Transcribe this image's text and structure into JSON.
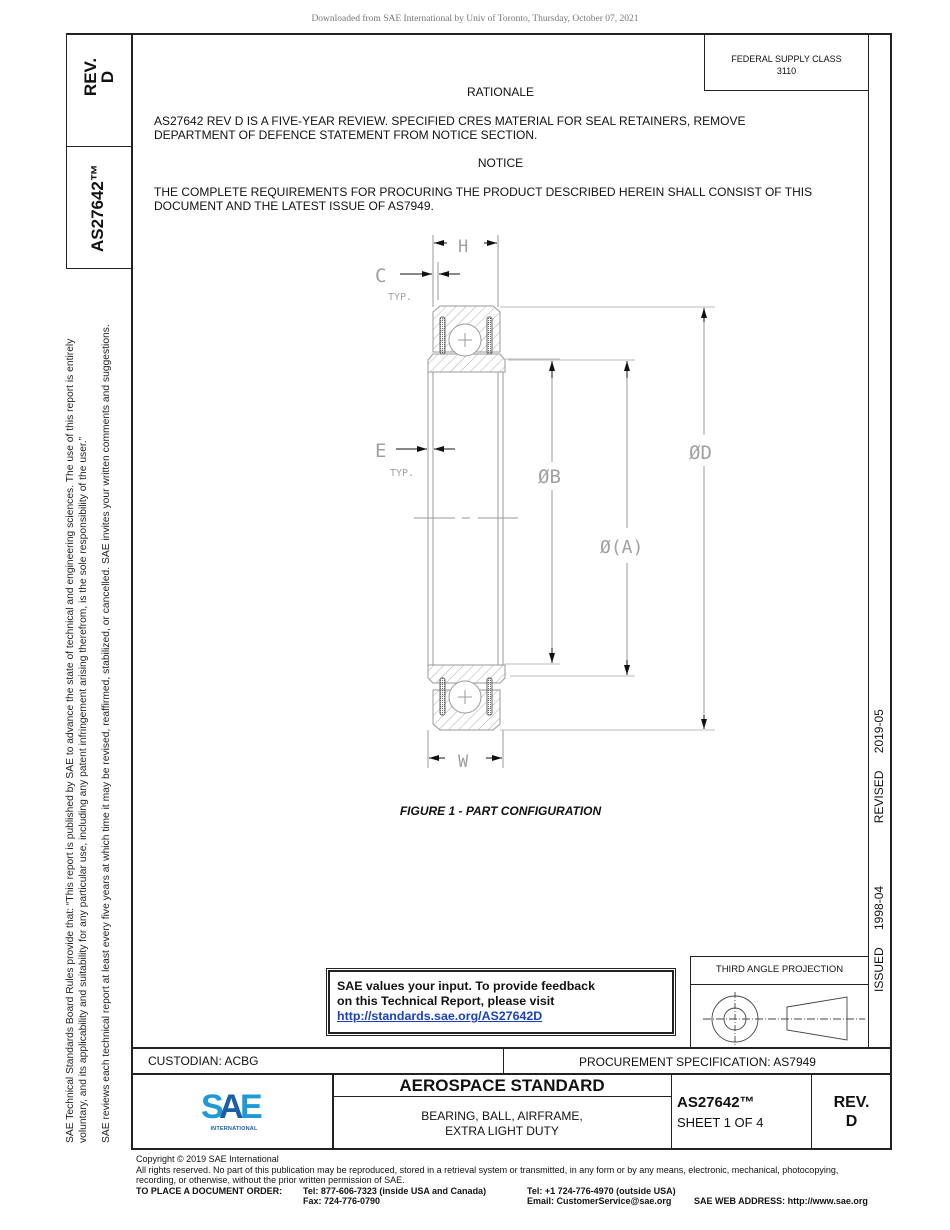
{
  "download_note": "Downloaded from SAE International by Univ of Toronto, Thursday, October 07, 2021",
  "left_column": {
    "rev_label": "REV.",
    "rev_value": "D",
    "doc_number": "AS27642™",
    "disclaimer_line1": "SAE Technical Standards Board Rules provide that: “This report is published by SAE to advance the state of technical and engineering sciences. The use of this report is entirely",
    "disclaimer_line2": "voluntary, and its applicability and suitability for any particular use, including any patent infringement arising therefrom, is the sole responsibility of the user.”",
    "disclaimer_line3": "SAE reviews each technical report at least every five years at which time it may be revised, reaffirmed, stabilized, or cancelled. SAE invites your written comments and suggestions."
  },
  "header": {
    "federal_supply_class_label": "FEDERAL SUPPLY CLASS",
    "federal_supply_class_value": "3110"
  },
  "body": {
    "rationale_heading": "RATIONALE",
    "rationale_line1": "AS27642 REV D IS A FIVE-YEAR REVIEW. SPECIFIED CRES MATERIAL FOR SEAL RETAINERS, REMOVE",
    "rationale_line2": "DEPARTMENT OF DEFENCE STATEMENT FROM NOTICE SECTION.",
    "notice_heading": "NOTICE",
    "notice_line1": "THE COMPLETE REQUIREMENTS FOR PROCURING THE PRODUCT DESCRIBED HEREIN SHALL CONSIST OF THIS",
    "notice_line2": "DOCUMENT AND THE LATEST ISSUE OF AS7949."
  },
  "figure": {
    "caption": "FIGURE 1 - PART CONFIGURATION",
    "labels": {
      "h": "H",
      "c": "C",
      "c_typ": "TYP.",
      "e": "E",
      "e_typ": "TYP.",
      "b": "ØB",
      "a": "Ø(A)",
      "d": "ØD",
      "w": "W"
    }
  },
  "right_strip": {
    "issued": "ISSUED 1998-04",
    "revised": "REVISED 2019-05"
  },
  "feedback": {
    "line1": "SAE values your input. To provide feedback",
    "line2": "on this Technical Report, please visit",
    "link": "http://standards.sae.org/AS27642D"
  },
  "projection": {
    "label": "THIRD ANGLE PROJECTION"
  },
  "title_block": {
    "custodian": "CUSTODIAN: ACBG",
    "procurement": "PROCUREMENT SPECIFICATION: AS7949",
    "logo_text": "SAE",
    "logo_subtext": "INTERNATIONAL",
    "standard_type": "AEROSPACE STANDARD",
    "title_line1": "BEARING, BALL, AIRFRAME,",
    "title_line2": "EXTRA LIGHT DUTY",
    "doc_number": "AS27642™",
    "sheet": "SHEET 1 OF 4",
    "rev_label": "REV.",
    "rev_value": "D"
  },
  "footer": {
    "copyright": "Copyright © 2019 SAE International",
    "rights_line1": "All rights reserved. No part of this publication may be reproduced, stored in a retrieval system or transmitted, in any form or by any means, electronic, mechanical, photocopying,",
    "rights_line2": "recording, or otherwise, without the prior written permission of SAE.",
    "order_label": "TO PLACE A DOCUMENT ORDER:",
    "tel_inside": "Tel: 877-606-7323 (inside USA and Canada)",
    "fax": "Fax: 724-776-0790",
    "tel_outside": "Tel: +1 724-776-4970 (outside USA)",
    "email": "Email: CustomerService@sae.org",
    "web": "SAE WEB ADDRESS: http://www.sae.org"
  },
  "colors": {
    "sae_blue_light": "#1e9ad6",
    "sae_blue_dark": "#1b5ea8",
    "link": "#1a3fbf",
    "drawing_gray": "#9a9a9a"
  }
}
